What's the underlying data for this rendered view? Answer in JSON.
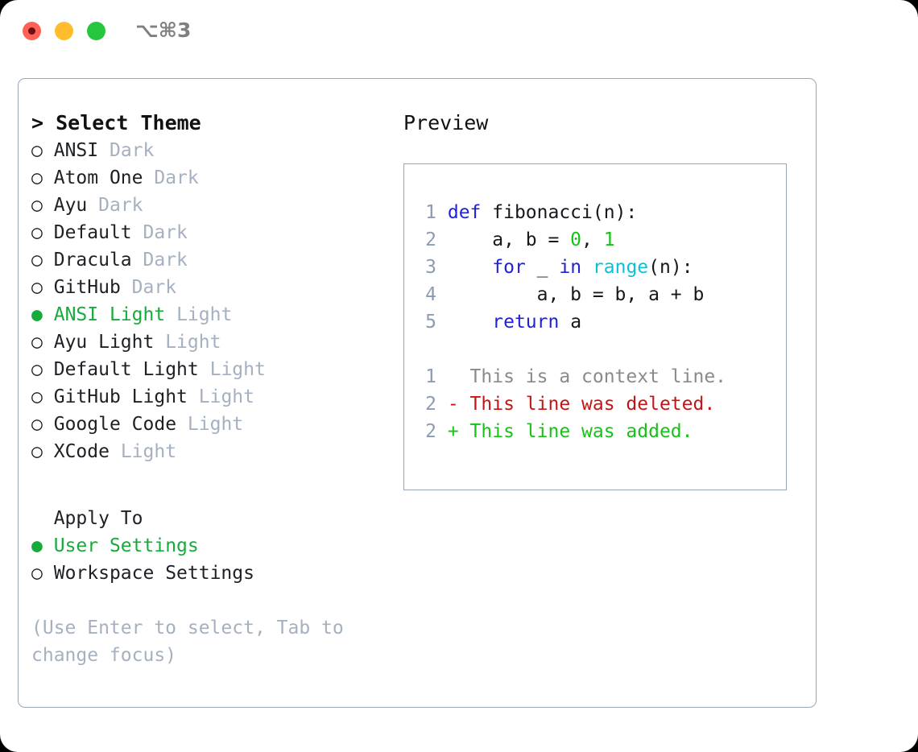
{
  "window": {
    "shortcut_label": "⌥⌘3",
    "traffic_lights": [
      {
        "name": "close",
        "color": "#ff6159"
      },
      {
        "name": "minimize",
        "color": "#ffbd2e"
      },
      {
        "name": "maximize",
        "color": "#26c63f"
      }
    ]
  },
  "theme_panel": {
    "header": "> Select Theme",
    "selected_marker": "●",
    "unselected_marker": "○",
    "items": [
      {
        "marker": "○",
        "name": "ANSI",
        "kind": "Dark",
        "selected": false
      },
      {
        "marker": "○",
        "name": "Atom One",
        "kind": "Dark",
        "selected": false
      },
      {
        "marker": "○",
        "name": "Ayu",
        "kind": "Dark",
        "selected": false
      },
      {
        "marker": "○",
        "name": "Default",
        "kind": "Dark",
        "selected": false
      },
      {
        "marker": "○",
        "name": "Dracula",
        "kind": "Dark",
        "selected": false
      },
      {
        "marker": "○",
        "name": "GitHub",
        "kind": "Dark",
        "selected": false
      },
      {
        "marker": "●",
        "name": "ANSI Light",
        "kind": "Light",
        "selected": true
      },
      {
        "marker": "○",
        "name": "Ayu Light",
        "kind": "Light",
        "selected": false
      },
      {
        "marker": "○",
        "name": "Default Light",
        "kind": "Light",
        "selected": false
      },
      {
        "marker": "○",
        "name": "GitHub Light",
        "kind": "Light",
        "selected": false
      },
      {
        "marker": "○",
        "name": "Google Code",
        "kind": "Light",
        "selected": false
      },
      {
        "marker": "○",
        "name": "XCode",
        "kind": "Light",
        "selected": false
      }
    ]
  },
  "apply_to": {
    "label": "  Apply To",
    "options": [
      {
        "marker": "●",
        "label": "User Settings",
        "selected": true
      },
      {
        "marker": "○",
        "label": "Workspace Settings",
        "selected": false
      }
    ]
  },
  "help_hint": "(Use Enter to select, Tab to change focus)",
  "preview": {
    "header": "Preview",
    "code_lines": [
      {
        "num": "1",
        "tokens": [
          {
            "t": " ",
            "c": "gap"
          },
          {
            "t": "def",
            "c": "kw"
          },
          {
            "t": " fibonacci(n):",
            "c": ""
          }
        ]
      },
      {
        "num": "2",
        "tokens": [
          {
            "t": "     a, b = ",
            "c": ""
          },
          {
            "t": "0",
            "c": "num"
          },
          {
            "t": ", ",
            "c": ""
          },
          {
            "t": "1",
            "c": "num"
          }
        ]
      },
      {
        "num": "3",
        "tokens": [
          {
            "t": "     ",
            "c": ""
          },
          {
            "t": "for",
            "c": "kw"
          },
          {
            "t": " _ ",
            "c": ""
          },
          {
            "t": "in",
            "c": "kw"
          },
          {
            "t": " ",
            "c": ""
          },
          {
            "t": "range",
            "c": "fn"
          },
          {
            "t": "(n):",
            "c": ""
          }
        ]
      },
      {
        "num": "4",
        "tokens": [
          {
            "t": "         a, b = b, a + b",
            "c": ""
          }
        ]
      },
      {
        "num": "5",
        "tokens": [
          {
            "t": "     ",
            "c": ""
          },
          {
            "t": "return",
            "c": "kw"
          },
          {
            "t": " a",
            "c": ""
          }
        ]
      },
      {
        "num": "",
        "tokens": [
          {
            "t": "",
            "c": ""
          }
        ]
      },
      {
        "num": "1",
        "tokens": [
          {
            "t": "   This is a context line.",
            "c": "ctx"
          }
        ]
      },
      {
        "num": "2",
        "tokens": [
          {
            "t": " - This line was deleted.",
            "c": "del"
          }
        ]
      },
      {
        "num": "2",
        "tokens": [
          {
            "t": " + This line was added.",
            "c": "add"
          }
        ]
      }
    ]
  },
  "colors": {
    "accent_green": "#17ab3b",
    "muted": "#a5b0c0",
    "keyword": "#2121dd",
    "function": "#0cc0d6",
    "number": "#17c217",
    "diff_deleted": "#c21616",
    "diff_added": "#17c217",
    "border": "#9aa6b6"
  }
}
